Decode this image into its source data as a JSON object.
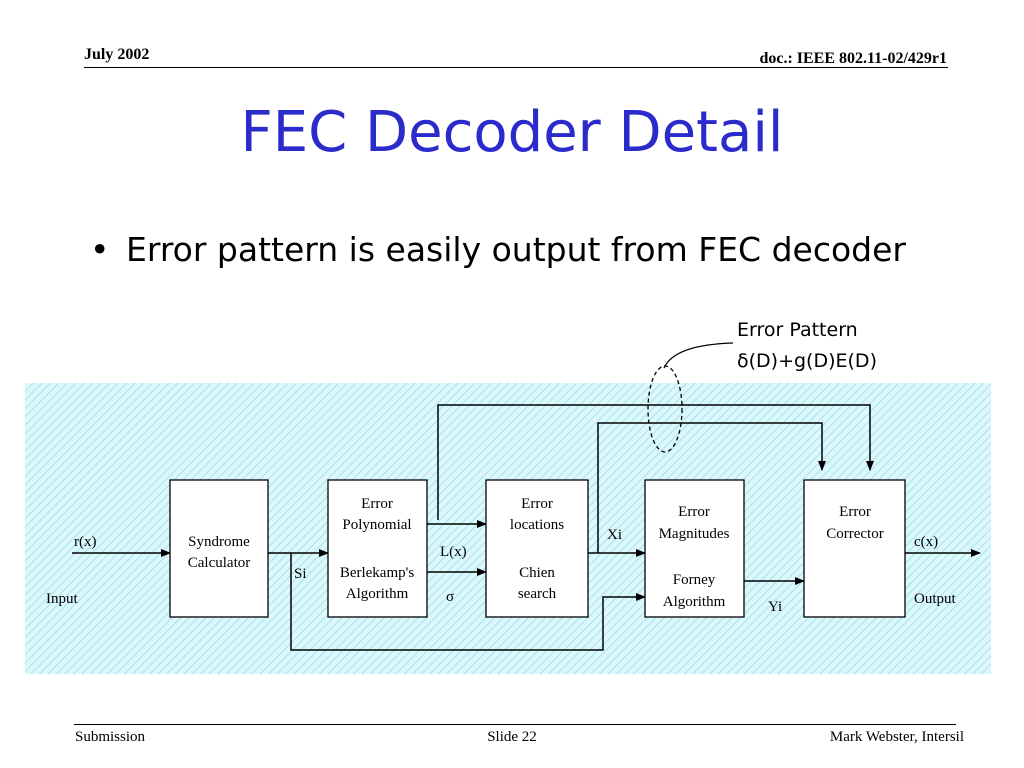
{
  "header": {
    "date": "July 2002",
    "doc_id": "doc.: IEEE 802.11-02/429r1"
  },
  "title": "FEC Decoder Detail",
  "bullets": [
    "Error pattern is easily output from FEC decoder"
  ],
  "annotation": {
    "line1": "Error Pattern",
    "line2": "δ(D)+g(D)E(D)"
  },
  "diagram": {
    "blocks": {
      "syndrome": [
        "Syndrome",
        "Calculator"
      ],
      "polynomial": [
        "Error",
        "Polynomial",
        "",
        "Berlekamp's",
        "Algorithm"
      ],
      "locations": [
        "Error",
        "locations",
        "",
        "Chien",
        "search"
      ],
      "magnitudes": [
        "Error",
        "Magnitudes",
        "",
        "Forney",
        "Algorithm"
      ],
      "corrector": [
        "Error",
        "Corrector"
      ]
    },
    "labels": {
      "in_signal": "r(x)",
      "in_name": "Input",
      "si": "Si",
      "lx": "L(x)",
      "sigma": "σ",
      "xi": "Xi",
      "yi": "Yi",
      "out_signal": "c(x)",
      "out_name": "Output"
    },
    "colors": {
      "hatch_bg": "#ddf7fb",
      "hatch_line": "#9fe6ef"
    }
  },
  "footer": {
    "left": "Submission",
    "center": "Slide 22",
    "right": "Mark Webster, Intersil"
  }
}
